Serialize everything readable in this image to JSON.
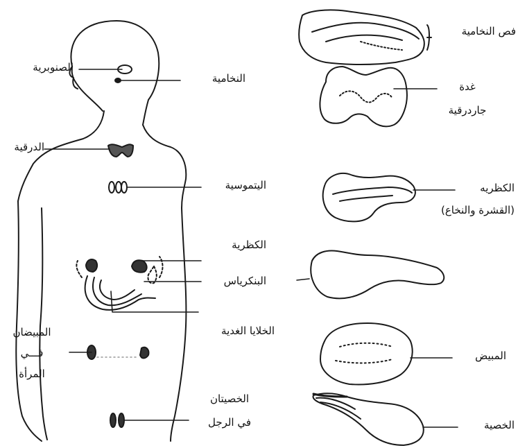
{
  "labels": {
    "pineal": "الصنوبرية",
    "pituitary": "النخامية",
    "thyroid": "الدرقية",
    "thymus": "اليتموسية",
    "adrenal": "الكظرية",
    "pancreas": "البنكرياس",
    "glandular_cells": "الخلايا الغدية",
    "ovaries_l1": "المبيضان",
    "ovaries_l2": "فـــي",
    "ovaries_l3": "المرأة",
    "testes_l1": "الخصيتان",
    "testes_l2": "في الرجل",
    "pituitary_lobe": "فص النخامية",
    "thyroid_gland_l1": "غدة",
    "thyroid_gland_l2": "جاردرقية",
    "adrenal_right_l1": "الكظريه",
    "adrenal_right_l2": "(القشرة والنخاع)",
    "ovary": "المبيض",
    "testis": "الخصية"
  }
}
